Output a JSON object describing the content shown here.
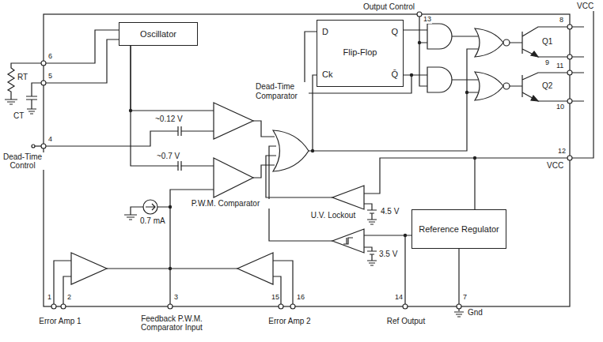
{
  "diagram": {
    "nodes": [
      {
        "text": [
          "Oscillator"
        ]
      },
      {
        "text": [
          "D",
          "Q",
          "Flip-Flop",
          "Ck",
          "Q̄"
        ]
      },
      {
        "text": [
          "Dead-Time Comparator"
        ]
      },
      {
        "text": [
          "P.W.M. Comparator"
        ]
      },
      {
        "text": [
          "U.V. Lockout"
        ]
      },
      {
        "text": [
          "Reference Regulator"
        ]
      }
    ],
    "edges": [
      {
        "from": 0,
        "to": 2,
        "arrow": "none"
      },
      {
        "from": 0,
        "to": 3,
        "arrow": "none"
      }
    ],
    "labels": [
      "Output Control",
      "13",
      "VCC",
      "RT",
      "6",
      "CT",
      "5",
      "4",
      "Dead-Time Control",
      "~0.12 V",
      "~0.7 V",
      "0.7 mA",
      "4.5 V",
      "3.5 V",
      "1",
      "2",
      "Error Amp 1",
      "3",
      "Feedback P.W.M. Comparator Input",
      "15",
      "16",
      "Error Amp 2",
      "14",
      "Ref Output",
      "7",
      "Gnd",
      "8",
      "Q1",
      "9",
      "11",
      "Q2",
      "10",
      "12",
      "VCC"
    ]
  }
}
